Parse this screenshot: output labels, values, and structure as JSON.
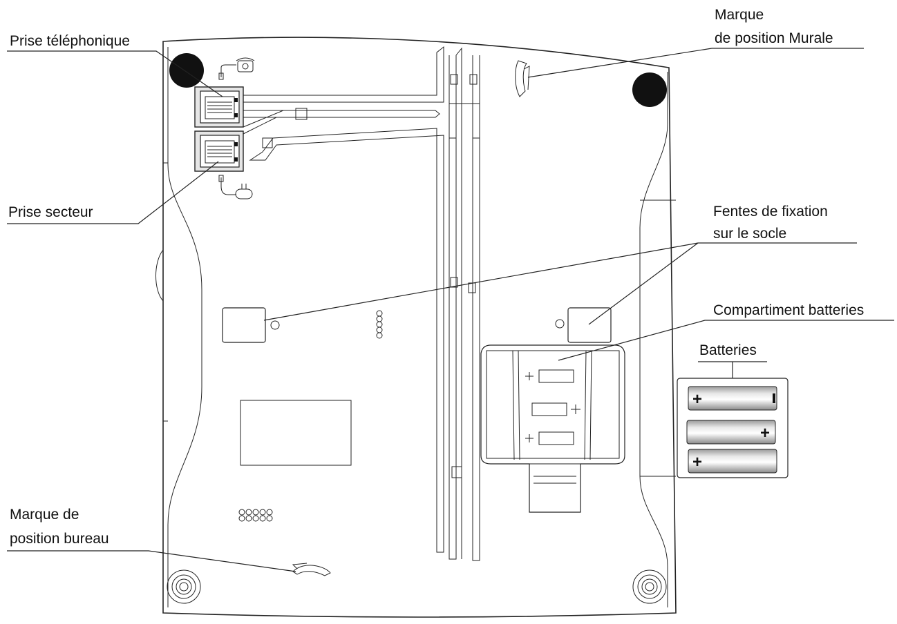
{
  "labels": {
    "prise_telephonique": "Prise téléphonique",
    "prise_secteur": "Prise secteur",
    "marque_murale_line1": "Marque",
    "marque_murale_line2": "de position Murale",
    "fentes_line1": "Fentes de fixation",
    "fentes_line2": "sur le socle",
    "compartiment": "Compartiment batteries",
    "batteries": "Batteries",
    "marque_bureau_line1": "Marque de",
    "marque_bureau_line2": "position bureau"
  },
  "battery_signs": {
    "plus": "+"
  },
  "colors": {
    "stroke": "#222222",
    "foot": "#111111",
    "jack_fill": "#e6e6e6"
  }
}
